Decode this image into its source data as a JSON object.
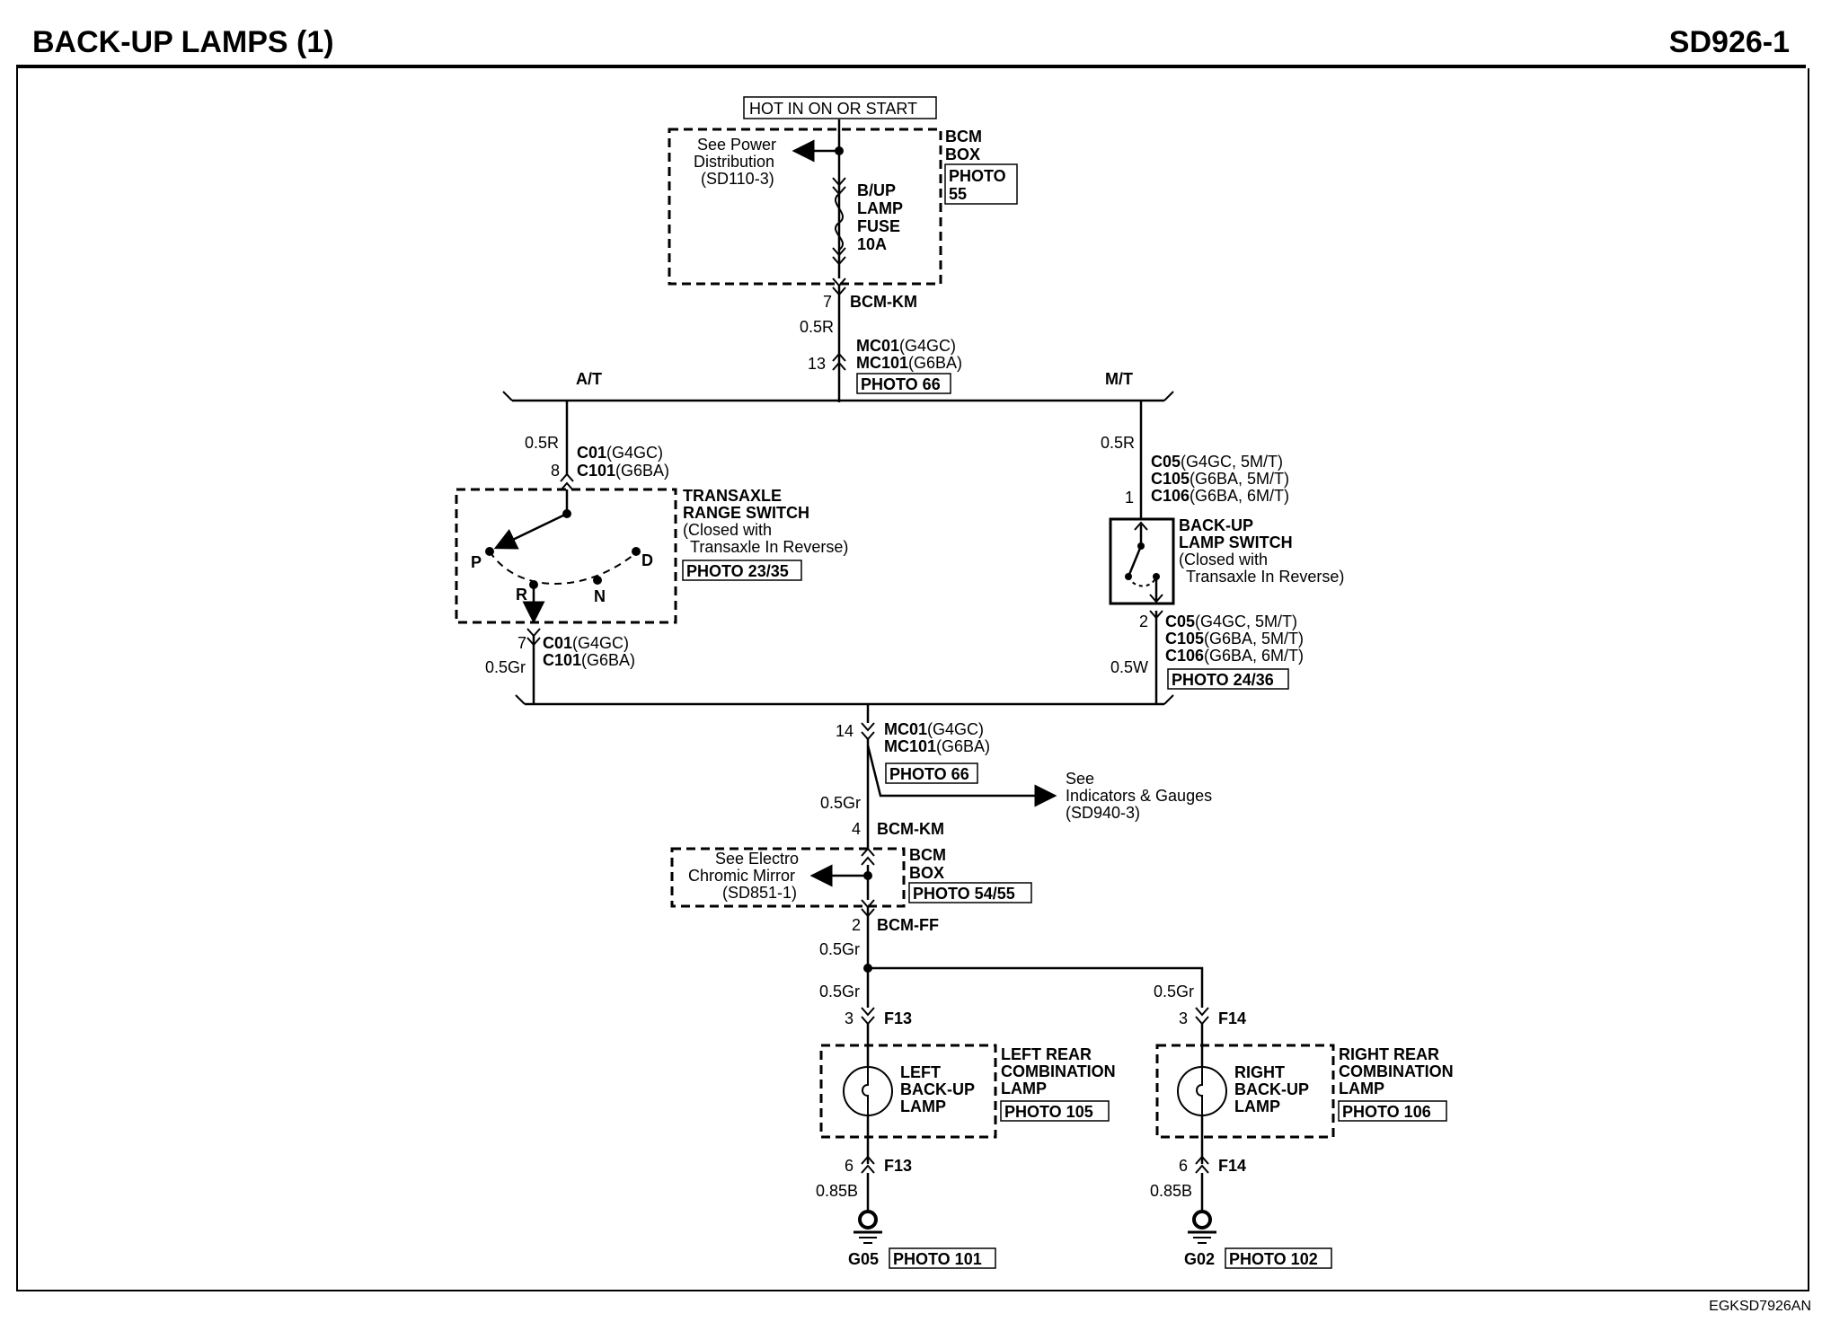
{
  "header": {
    "title": "BACK-UP LAMPS (1)",
    "code": "SD926-1"
  },
  "footer": {
    "image_code": "EGKSD7926AN"
  },
  "power": {
    "hot_label": "HOT IN ON OR START",
    "see_power": [
      "See Power",
      "Distribution",
      "(SD110-3)"
    ],
    "bcm": [
      "BCM",
      "BOX"
    ],
    "bcm_photo": [
      "PHOTO",
      "55"
    ],
    "fuse": [
      "B/UP",
      "LAMP",
      "FUSE",
      "10A"
    ],
    "pin7": "7",
    "bcm_km_top": "BCM-KM",
    "wire_top": "0.5R",
    "pin13": "13",
    "mc01": "MC01",
    "mc01_spec": "(G4GC)",
    "mc101": "MC101",
    "mc101_spec": "(G6BA)",
    "photo66": "PHOTO 66"
  },
  "at": {
    "label": "A/T",
    "wire": "0.5R",
    "pin8": "8",
    "c01": "C01",
    "c01_spec": "(G4GC)",
    "c101": "C101",
    "c101_spec": "(G6BA)",
    "switch": [
      "TRANSAXLE",
      "RANGE SWITCH"
    ],
    "note": [
      "(Closed with",
      "Transaxle In Reverse)"
    ],
    "photo": "PHOTO 23/35",
    "positions": [
      "P",
      "R",
      "N",
      "D"
    ],
    "pin7": "7",
    "wire_out": "0.5Gr"
  },
  "mt": {
    "label": "M/T",
    "wire": "0.5R",
    "pin1": "1",
    "c05": "C05",
    "c05_spec": "(G4GC, 5M/T)",
    "c105": "C105",
    "c105_spec": "(G6BA, 5M/T)",
    "c106": "C106",
    "c106_spec": "(G6BA, 6M/T)",
    "switch": [
      "BACK-UP",
      "LAMP SWITCH"
    ],
    "note": [
      "(Closed with",
      "Transaxle In Reverse)"
    ],
    "pin2": "2",
    "wire_out": "0.5W",
    "photo": "PHOTO 24/36"
  },
  "middle": {
    "pin14": "14",
    "mc01": "MC01",
    "mc01_spec": "(G4GC)",
    "mc101": "MC101",
    "mc101_spec": "(G6BA)",
    "photo66": "PHOTO 66",
    "see_ind": [
      "See",
      "Indicators & Gauges",
      "(SD940-3)"
    ],
    "wire1": "0.5Gr",
    "pin4": "4",
    "bcm_km": "BCM-KM",
    "see_mirror": [
      "See Electro",
      "Chromic Mirror",
      "(SD851-1)"
    ],
    "bcm": [
      "BCM",
      "BOX"
    ],
    "photo5455": "PHOTO 54/55",
    "pin2": "2",
    "bcm_ff": "BCM-FF",
    "wire2": "0.5Gr"
  },
  "left_lamp": {
    "wire": "0.5Gr",
    "pin3": "3",
    "conn": "F13",
    "name": [
      "LEFT",
      "BACK-UP",
      "LAMP"
    ],
    "assembly": [
      "LEFT REAR",
      "COMBINATION",
      "LAMP"
    ],
    "photo": "PHOTO 105",
    "pin6": "6",
    "wire_gnd": "0.85B",
    "ground": "G05",
    "gnd_photo": "PHOTO 101"
  },
  "right_lamp": {
    "wire": "0.5Gr",
    "pin3": "3",
    "conn": "F14",
    "name": [
      "RIGHT",
      "BACK-UP",
      "LAMP"
    ],
    "assembly": [
      "RIGHT REAR",
      "COMBINATION",
      "LAMP"
    ],
    "photo": "PHOTO 106",
    "pin6": "6",
    "wire_gnd": "0.85B",
    "ground": "G02",
    "gnd_photo": "PHOTO 102"
  }
}
